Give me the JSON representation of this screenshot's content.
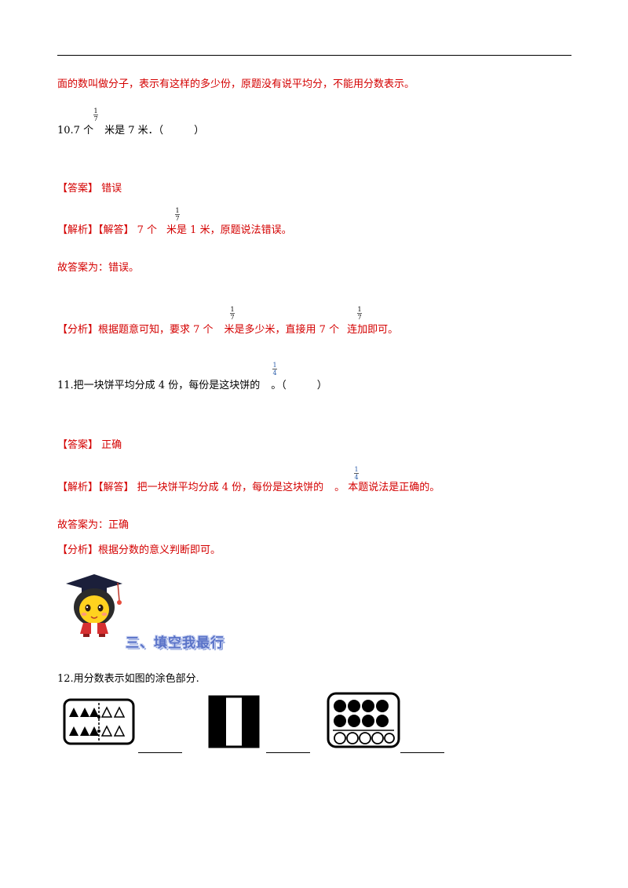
{
  "top_note": "面的数叫做分子，表示有这样的多少份，原题没有说平均分，不能用分数表示。",
  "q10": {
    "prefix": "10.7 个",
    "frac_num": "1",
    "frac_den": "7",
    "suffix": "米是 7 米．（　　　）",
    "answer": "【答案】 错误",
    "analysis_prefix": "【解析】【解答】 7 个",
    "analysis_suffix": "米是 1 米，原题说法错误。",
    "conclusion": "故答案为：错误。",
    "fenxi_prefix": "【分析】根据题意可知，要求 7 个",
    "fenxi_mid": "米是多少米，直接用 7 个",
    "fenxi_suffix": "连加即可。"
  },
  "q11": {
    "prefix": "11.把一块饼平均分成 4 份，每份是这块饼的",
    "frac_num": "1",
    "frac_den": "4",
    "suffix": "。（　　　）",
    "answer": "【答案】 正确",
    "analysis_prefix": "【解析】【解答】 把一块饼平均分成 4 份，每份是这块饼的",
    "analysis_suffix": "。 本题说法是正确的。",
    "conclusion": "故答案为：正确",
    "fenxi": "【分析】根据分数的意义判断即可。"
  },
  "section": {
    "title": "三、填空我最行"
  },
  "q12": {
    "text": "12.用分数表示如图的涂色部分."
  },
  "colors": {
    "red": "#d40000",
    "section_blue": "#5a73c8",
    "fraction_blue": "#2a5caa"
  }
}
